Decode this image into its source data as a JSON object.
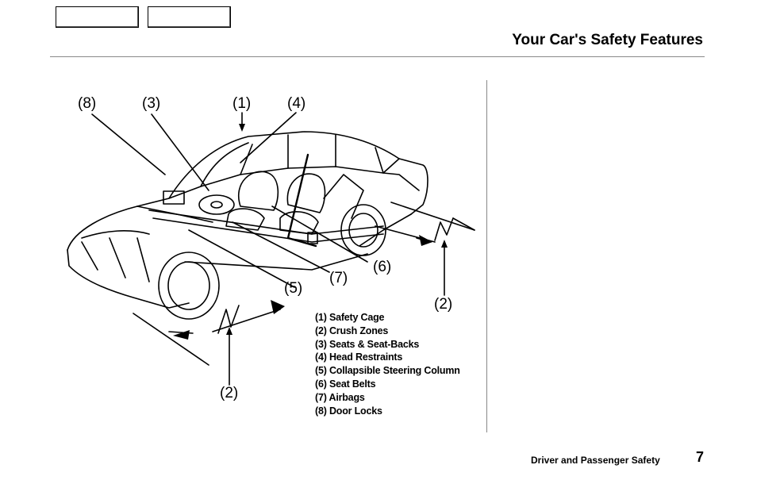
{
  "header": {
    "title": "Your Car's Safety Features"
  },
  "figure": {
    "callouts": [
      "(8)",
      "(3)",
      "(1)",
      "(4)",
      "(6)",
      "(7)",
      "(5)",
      "(2)",
      "(2)"
    ],
    "legend": [
      "(1) Safety Cage",
      "(2) Crush Zones",
      "(3) Seats & Seat-Backs",
      "(4) Head Restraints",
      "(5) Collapsible Steering Column",
      "(6) Seat Belts",
      "(7) Airbags",
      "(8) Door Locks"
    ]
  },
  "footer": {
    "section": "Driver and Passenger Safety",
    "page_number": "7"
  }
}
